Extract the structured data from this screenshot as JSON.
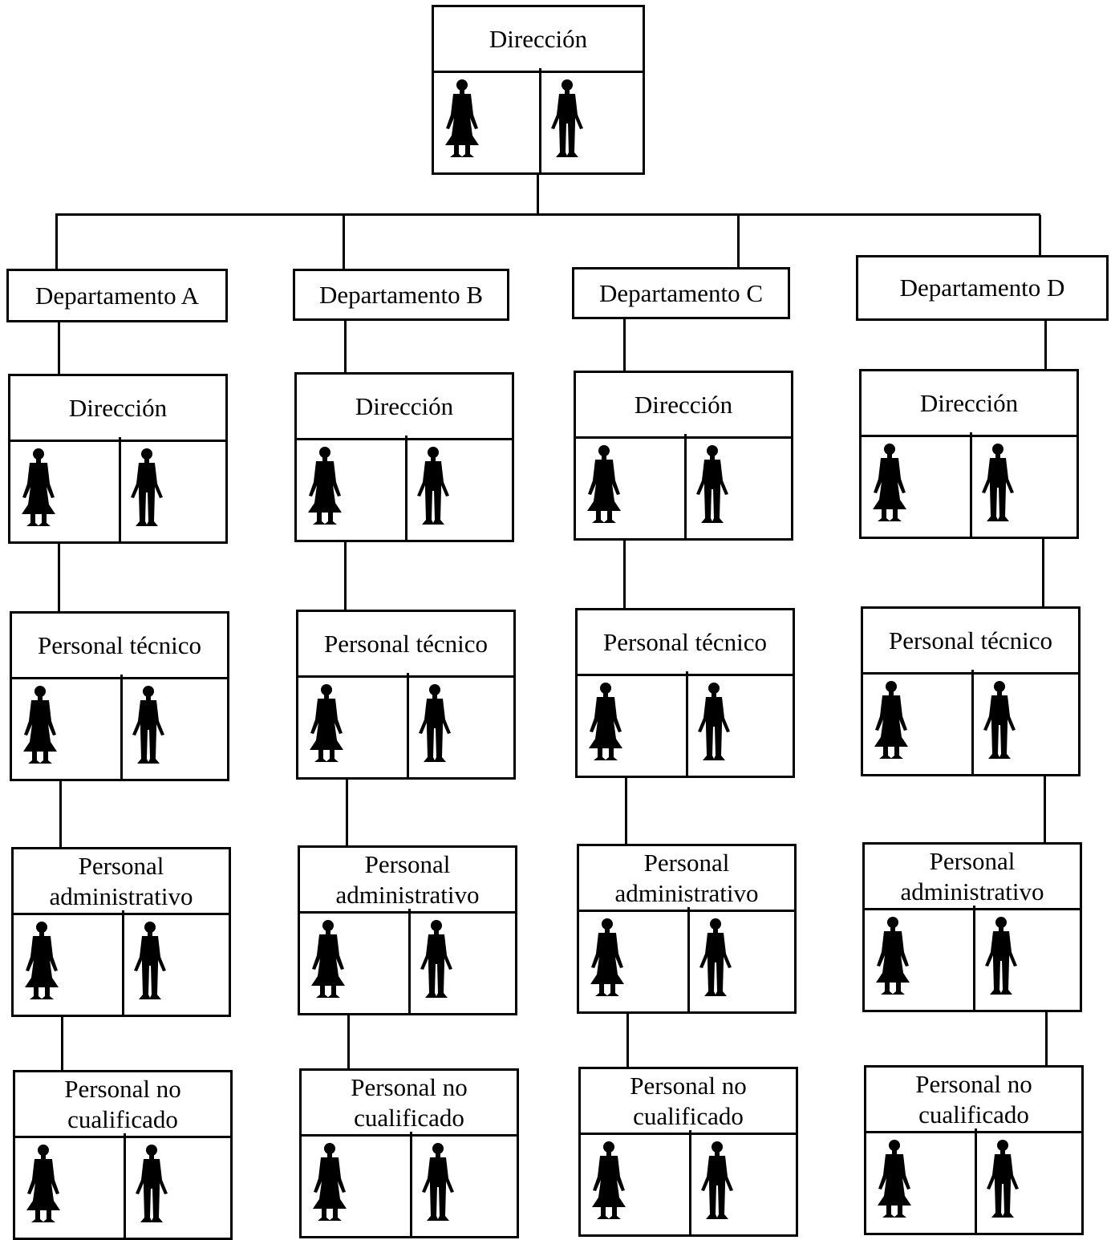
{
  "top": {
    "title": "Dirección",
    "icons": [
      "woman-icon",
      "man-icon"
    ]
  },
  "departments": [
    {
      "name": "Departamento A",
      "levels": [
        {
          "title": "Dirección"
        },
        {
          "title": "Personal técnico"
        },
        {
          "title_lines": [
            "Personal",
            "administrativo"
          ]
        },
        {
          "title_lines": [
            "Personal no",
            "cualificado"
          ]
        }
      ]
    },
    {
      "name": "Departamento B",
      "levels": [
        {
          "title": "Dirección"
        },
        {
          "title": "Personal técnico"
        },
        {
          "title_lines": [
            "Personal",
            "administrativo"
          ]
        },
        {
          "title_lines": [
            "Personal no",
            "cualificado"
          ]
        }
      ]
    },
    {
      "name": "Departamento C",
      "levels": [
        {
          "title": "Dirección"
        },
        {
          "title": "Personal técnico"
        },
        {
          "title_lines": [
            "Personal",
            "administrativo"
          ]
        },
        {
          "title_lines": [
            "Personal no",
            "cualificado"
          ]
        }
      ]
    },
    {
      "name": "Departamento D",
      "levels": [
        {
          "title": "Dirección"
        },
        {
          "title": "Personal técnico"
        },
        {
          "title_lines": [
            "Personal",
            "administrativo"
          ]
        },
        {
          "title_lines": [
            "Personal no",
            "cualificado"
          ]
        }
      ]
    }
  ],
  "colors": {
    "line": "#000000",
    "figure": "#000000",
    "background": "#ffffff"
  }
}
